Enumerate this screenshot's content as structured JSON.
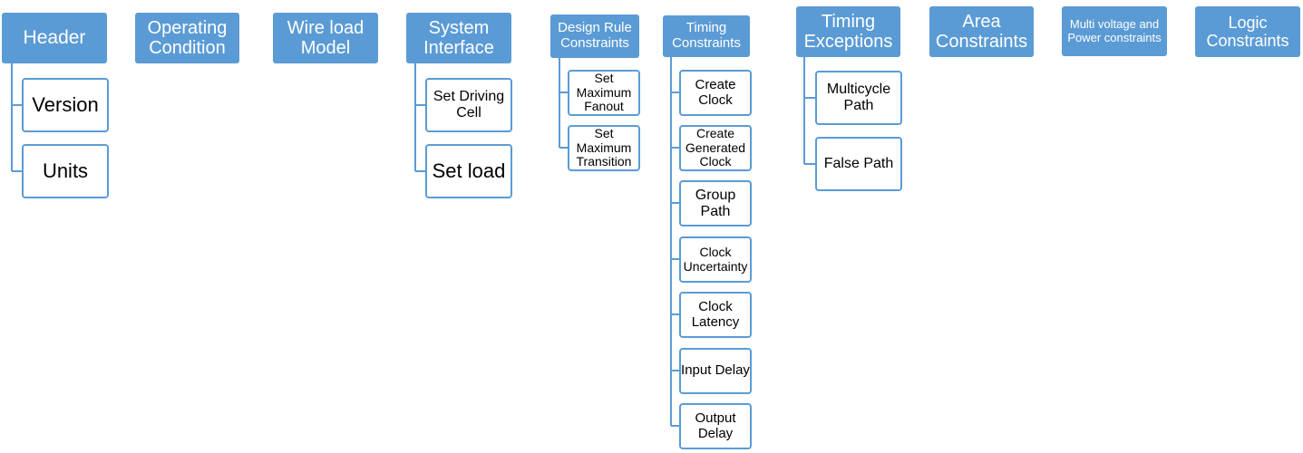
{
  "colors": {
    "category_fill": "#5b9bd5",
    "category_text": "#ffffff",
    "child_border": "#5b9bd5",
    "connector": "#5b9bd5",
    "child_text": "#000000"
  },
  "categories": [
    {
      "label": "Header",
      "children": [
        "Version",
        "Units"
      ]
    },
    {
      "label": "Operating Condition",
      "children": []
    },
    {
      "label": "Wire load Model",
      "children": []
    },
    {
      "label": "System Interface",
      "children": [
        "Set Driving Cell",
        "Set load"
      ]
    },
    {
      "label": "Design Rule Constraints",
      "children": [
        "Set Maximum Fanout",
        "Set Maximum Transition"
      ]
    },
    {
      "label": "Timing Constraints",
      "children": [
        "Create Clock",
        "Create Generated Clock",
        "Group Path",
        "Clock Uncertainty",
        "Clock Latency",
        "Input Delay",
        "Output Delay"
      ]
    },
    {
      "label": "Timing Exceptions",
      "children": [
        "Multicycle Path",
        "False Path"
      ]
    },
    {
      "label": "Area Constraints",
      "children": []
    },
    {
      "label": "Multi voltage and Power constraints",
      "children": []
    },
    {
      "label": "Logic Constraints",
      "children": []
    }
  ]
}
